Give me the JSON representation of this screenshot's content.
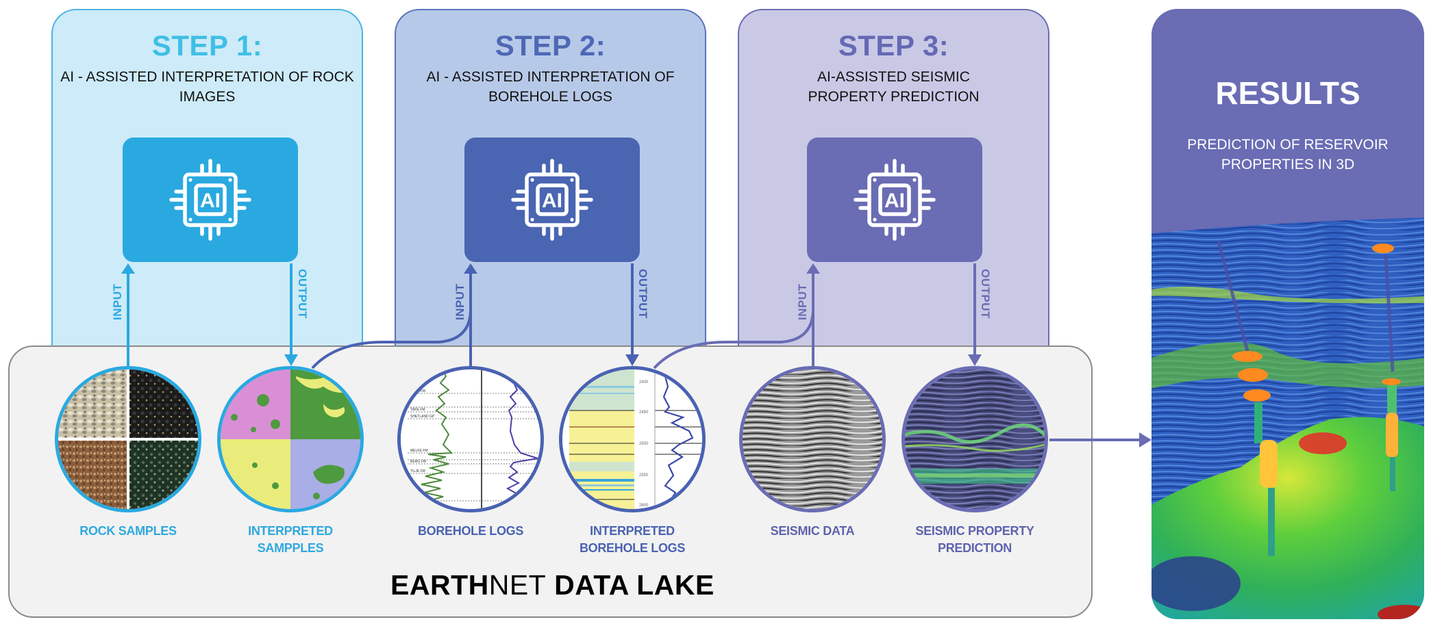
{
  "steps": [
    {
      "title": "STEP 1:",
      "subtitle_lines": [
        "AI - ASSISTED INTERPRETATION OF ROCK",
        "IMAGES"
      ],
      "chip_icon": "ai-chip-icon",
      "chip_text": "AI",
      "input_label": "INPUT",
      "output_label": "OUTPUT",
      "accent": "#2aa9e0"
    },
    {
      "title": "STEP 2:",
      "subtitle_lines": [
        "AI - ASSISTED INTERPRETATION OF",
        "BOREHOLE LOGS"
      ],
      "chip_icon": "ai-chip-icon",
      "chip_text": "AI",
      "input_label": "INPUT",
      "output_label": "OUTPUT",
      "accent": "#4a65b2"
    },
    {
      "title": "STEP 3:",
      "subtitle_lines": [
        "AI-ASSISTED SEISMIC",
        "PROPERTY PREDICTION"
      ],
      "chip_icon": "ai-chip-icon",
      "chip_text": "AI",
      "input_label": "INPUT",
      "output_label": "OUTPUT",
      "accent": "#6a6cb4"
    }
  ],
  "data_lake": {
    "title_bold_1": "EARTH",
    "title_light": "NET",
    "title_bold_2": " DATA LAKE",
    "items": [
      {
        "label_lines": [
          "ROCK SAMPLES"
        ],
        "image": "rock-samples-image"
      },
      {
        "label_lines": [
          "INTERPRETED",
          "SAMPPLES"
        ],
        "image": "interpreted-samples-image"
      },
      {
        "label_lines": [
          "BOREHOLE LOGS"
        ],
        "image": "borehole-logs-image"
      },
      {
        "label_lines": [
          "INTERPRETED",
          "BOREHOLE LOGS"
        ],
        "image": "interpreted-borehole-logs-image"
      },
      {
        "label_lines": [
          "SEISMIC DATA"
        ],
        "image": "seismic-data-image"
      },
      {
        "label_lines": [
          "SEISMIC PROPERTY",
          "PREDICTION"
        ],
        "image": "seismic-property-prediction-image"
      }
    ]
  },
  "results": {
    "title": "RESULTS",
    "subtitle_lines": [
      "PREDICTION OF RESERVOIR",
      "PROPERTIES IN 3D"
    ],
    "image": "3d-reservoir-model-image"
  },
  "colors": {
    "cyan": "#2aa9e0",
    "blue": "#4a62b2",
    "purple": "#6a6cb4",
    "lake_bg": "#f2f2f2"
  }
}
